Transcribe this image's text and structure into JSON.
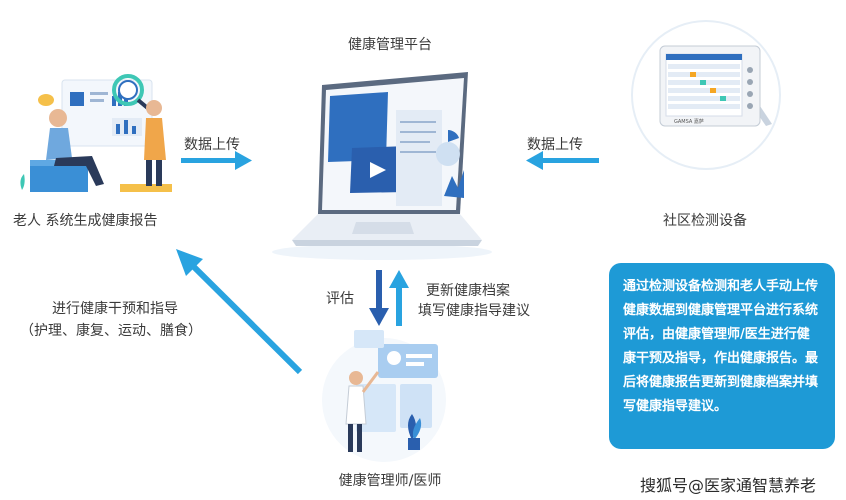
{
  "nodes": {
    "platform": "健康管理平台",
    "elderly": "老人  系统生成健康报告",
    "device": "社区检测设备",
    "manager": "健康管理师/医师"
  },
  "edges": {
    "upload_left": "数据上传",
    "upload_right": "数据上传",
    "evaluate": "评估",
    "update_line1": "更新健康档案",
    "update_line2": "填写健康指导建议",
    "intervene_line1": "进行健康干预和指导",
    "intervene_line2": "（护理、康复、运动、膳食）"
  },
  "info_box": {
    "text": "通过检测设备检测和老人手动上传健康数据到健康管理平台进行系统评估，由健康管理师/医生进行健康干预及指导，作出健康报告。最后将健康报告更新到健康档案并填写健康指导建议。"
  },
  "device_screen": {
    "brand": "GAMSA 嘉萨"
  },
  "watermark": "搜狐号@医家通智慧养老",
  "colors": {
    "accent": "#1e9ad6",
    "arrow": "#29a3e0",
    "dark_blue": "#2a5fae"
  }
}
